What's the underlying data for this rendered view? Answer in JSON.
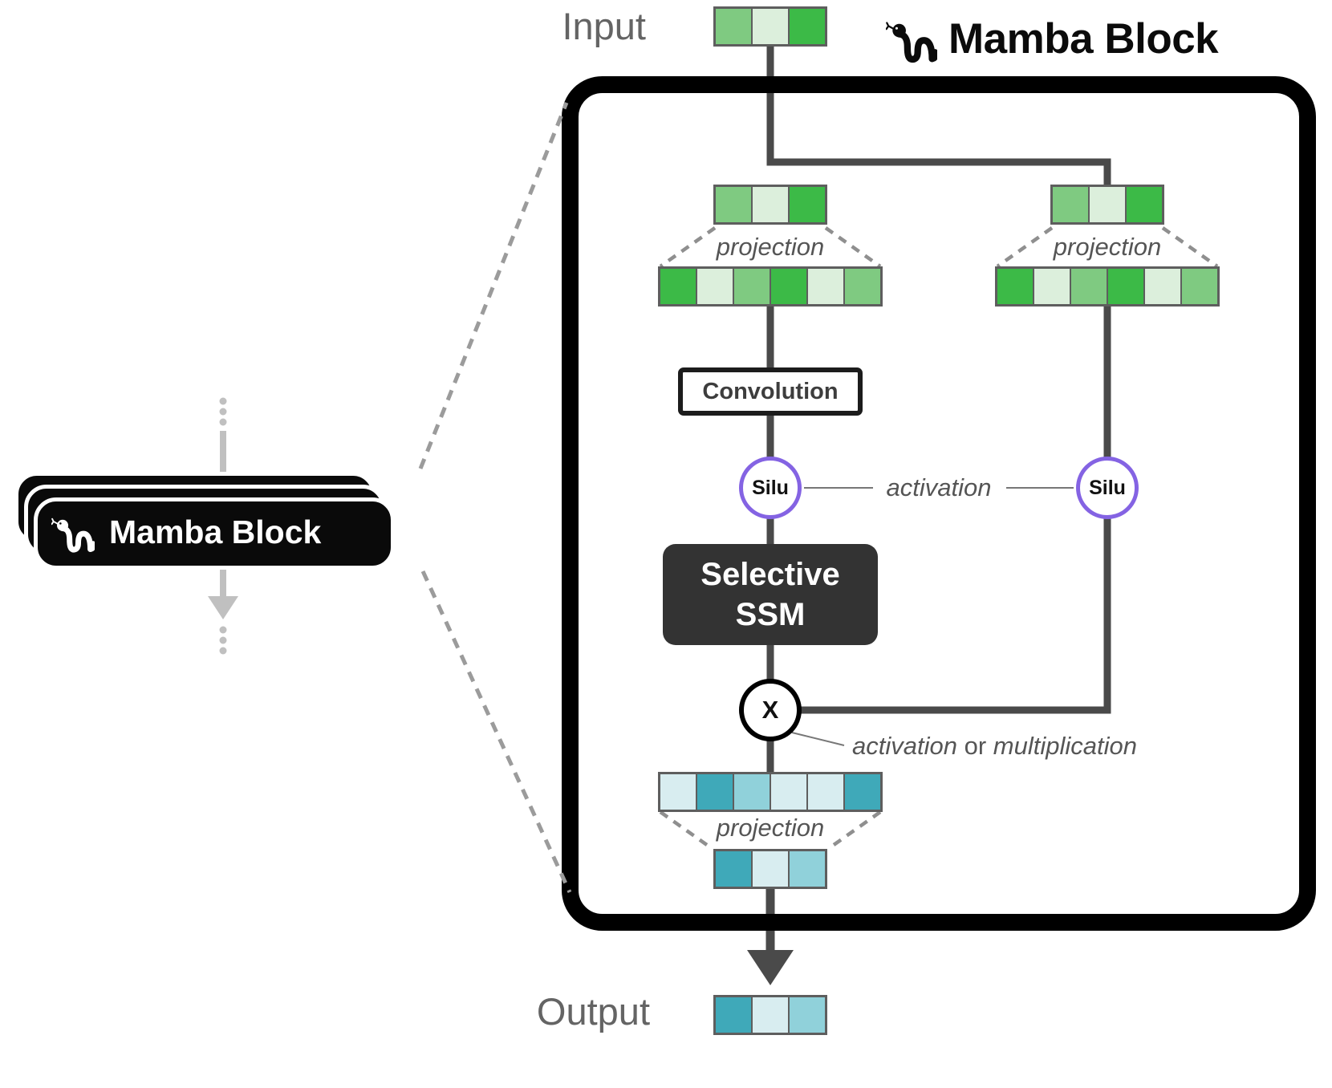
{
  "title": {
    "label": "Mamba Block"
  },
  "badge": {
    "label": "Mamba Block"
  },
  "input": {
    "label": "Input"
  },
  "output": {
    "label": "Output"
  },
  "blocks": {
    "convolution": "Convolution",
    "silu": "Silu",
    "ssm_line1": "Selective",
    "ssm_line2": "SSM",
    "multiply": "X"
  },
  "annotations": {
    "projection": "projection",
    "activation": "activation",
    "mult_note_left": "activation",
    "mult_note_mid": " or ",
    "mult_note_right": "multiplication"
  },
  "colors": {
    "green_bright": "#3cba47",
    "green_mid": "#7fca81",
    "green_light": "#dcefdc",
    "teal_dark": "#3fa9b9",
    "teal_mid": "#90d1da",
    "teal_light": "#d8edf0",
    "accent_purple": "#8463e3",
    "wire": "#4a4a4a",
    "cell_border": "#5e5e5e",
    "block_border": "#000000",
    "ssm_fill": "#333333"
  },
  "vectors": {
    "input": [
      "green_mid",
      "green_light",
      "green_bright"
    ],
    "left_small": [
      "green_mid",
      "green_light",
      "green_bright"
    ],
    "right_small": [
      "green_mid",
      "green_light",
      "green_bright"
    ],
    "left_projected": [
      "green_bright",
      "green_light",
      "green_mid",
      "green_bright",
      "green_light",
      "green_mid"
    ],
    "right_projected": [
      "green_bright",
      "green_light",
      "green_mid",
      "green_bright",
      "green_light",
      "green_mid"
    ],
    "gated": [
      "teal_light",
      "teal_dark",
      "teal_mid",
      "teal_light",
      "teal_light",
      "teal_dark"
    ],
    "down_projected": [
      "teal_dark",
      "teal_light",
      "teal_mid"
    ],
    "output": [
      "teal_dark",
      "teal_light",
      "teal_mid"
    ]
  }
}
